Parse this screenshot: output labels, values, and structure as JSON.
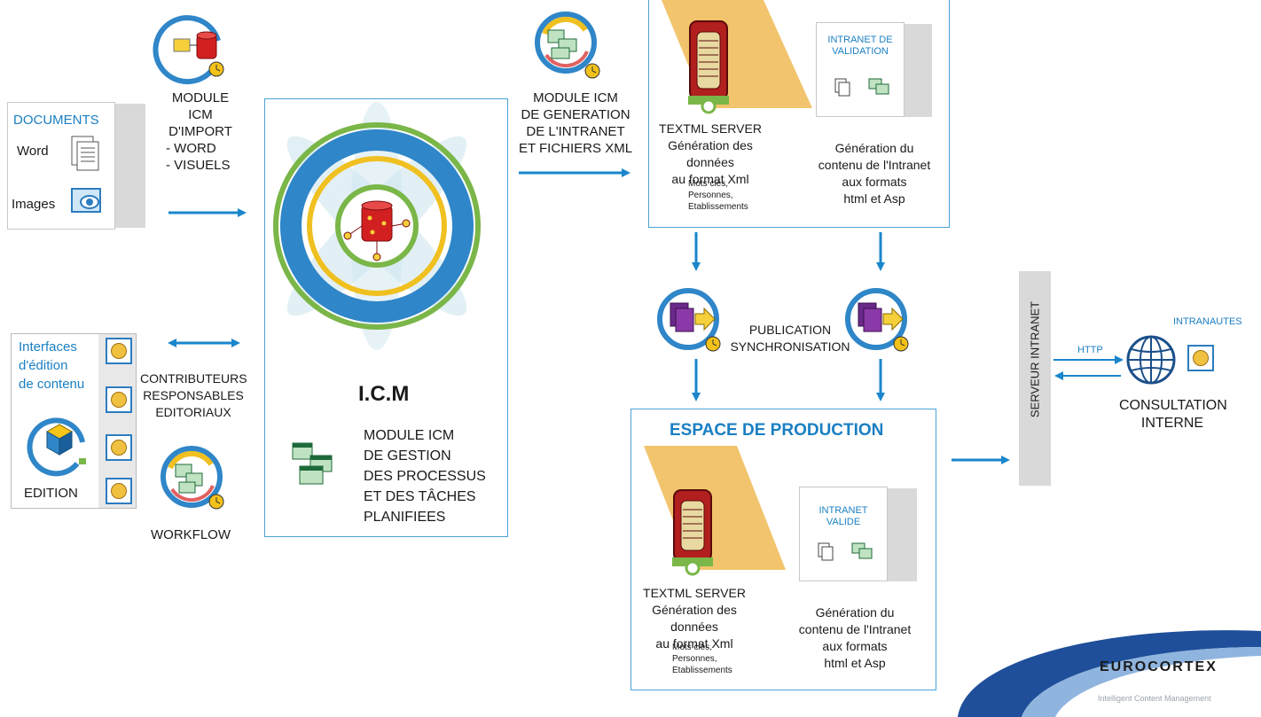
{
  "documents": {
    "title": "DOCUMENTS",
    "word_label": "Word",
    "images_label": "Images"
  },
  "import_module": {
    "lines": [
      "MODULE ICM",
      "D'IMPORT",
      "- WORD",
      "- VISUELS"
    ]
  },
  "edition": {
    "title_lines": [
      "Interfaces",
      "d'édition",
      "de contenu"
    ],
    "label": "EDITION"
  },
  "contributors": {
    "lines": [
      "CONTRIBUTEURS",
      "RESPONSABLES",
      "EDITORIAUX"
    ]
  },
  "workflow": {
    "label": "WORKFLOW"
  },
  "icm": {
    "title": "I.C.M",
    "module_lines": [
      "MODULE ICM",
      "DE GESTION",
      "DES PROCESSUS",
      "ET DES TÂCHES",
      "PLANIFIEES"
    ]
  },
  "generation_module": {
    "lines": [
      "MODULE ICM",
      "DE GENERATION",
      "DE L'INTRANET",
      "ET FICHIERS XML"
    ]
  },
  "validation_space": {
    "textml_lines": [
      "TEXTML SERVER",
      "Génération des données",
      "au format Xml"
    ],
    "textml_sub": [
      "Mots clés,",
      "Personnes,",
      "Etablissements"
    ],
    "intranet_title": [
      "INTRANET DE",
      "VALIDATION"
    ],
    "generation_lines": [
      "Génération du",
      "contenu de l'Intranet",
      "aux formats",
      "html et Asp"
    ]
  },
  "publication": {
    "lines": [
      "PUBLICATION",
      "SYNCHRONISATION"
    ]
  },
  "production_space": {
    "title": "ESPACE DE PRODUCTION",
    "textml_lines": [
      "TEXTML SERVER",
      "Génération des données",
      "au format Xml"
    ],
    "textml_sub": [
      "Mots clés,",
      "Personnes,",
      "Etablissements"
    ],
    "intranet_title": [
      "INTRANET",
      "VALIDE"
    ],
    "generation_lines": [
      "Génération du",
      "contenu de l'Intranet",
      "aux formats",
      "html et Asp"
    ]
  },
  "server": {
    "label": "SERVEUR INTRANET"
  },
  "consultation": {
    "intranautes": "INTRANAUTES",
    "http": "HTTP",
    "lines": [
      "CONSULTATION",
      "INTERNE"
    ]
  },
  "brand": {
    "name": "EUROCORTEX",
    "tagline": "Intelligent Content Management"
  },
  "colors": {
    "frame_blue": "#4aa3d6",
    "arrow_blue": "#1a86cc",
    "ring_blue": "#2f86c8",
    "ring_green": "#7ab648",
    "ring_yellow": "#f0c020",
    "server_red": "#b11f1f",
    "panel_orange": "#f2c46d",
    "grey_panel": "#d9d9d9"
  }
}
